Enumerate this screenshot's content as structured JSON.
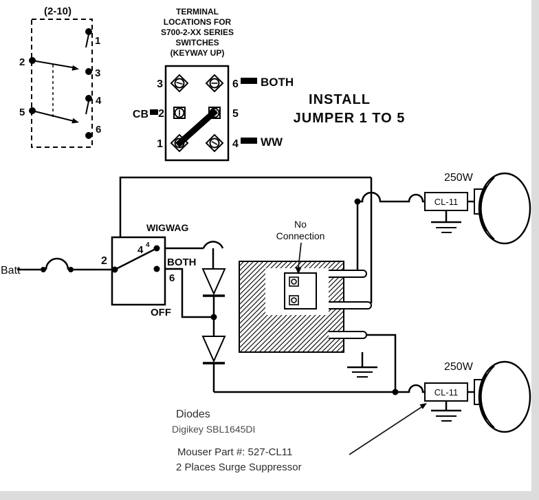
{
  "colors": {
    "ink": "#000000",
    "note_ink": "#2e2e2e",
    "page_edge": "#dcdcdc"
  },
  "switch_detail": {
    "title": "(2-10)",
    "pins": {
      "p1": "1",
      "p2": "2",
      "p3": "3",
      "p4": "4",
      "p5": "5",
      "p6": "6"
    }
  },
  "terminal_block": {
    "header": [
      "TERMINAL",
      "LOCATIONS FOR",
      "S700-2-XX SERIES",
      "SWITCHES",
      "(KEYWAY UP)"
    ],
    "pins": {
      "p3": "3",
      "p6": "6",
      "p2": "2",
      "p5": "5",
      "p1": "1",
      "p4": "4"
    },
    "cb_label": "CB",
    "both_label": "BOTH",
    "ww_label": "WW"
  },
  "install_note": {
    "line1": "INSTALL",
    "line2": "JUMPER 1 TO 5"
  },
  "circuit": {
    "battery_label": "Batt",
    "switch": {
      "pin2": "2",
      "pin4": "4",
      "pin4_sup": "4",
      "pin6": "6",
      "wigwag": "WIGWAG",
      "both": "BOTH",
      "off": "OFF"
    },
    "flasher": {
      "no_connection_line1": "No",
      "no_connection_line2": "Connection"
    },
    "lamp_top": {
      "watts": "250W",
      "suppressor": "CL-11"
    },
    "lamp_bottom": {
      "watts": "250W",
      "suppressor": "CL-11"
    }
  },
  "notes": {
    "diodes_title": "Diodes",
    "diodes_part": "Digikey SBL1645DI",
    "mouser_part": "Mouser Part #: 527-CL11",
    "surge": "2 Places Surge Suppressor"
  }
}
